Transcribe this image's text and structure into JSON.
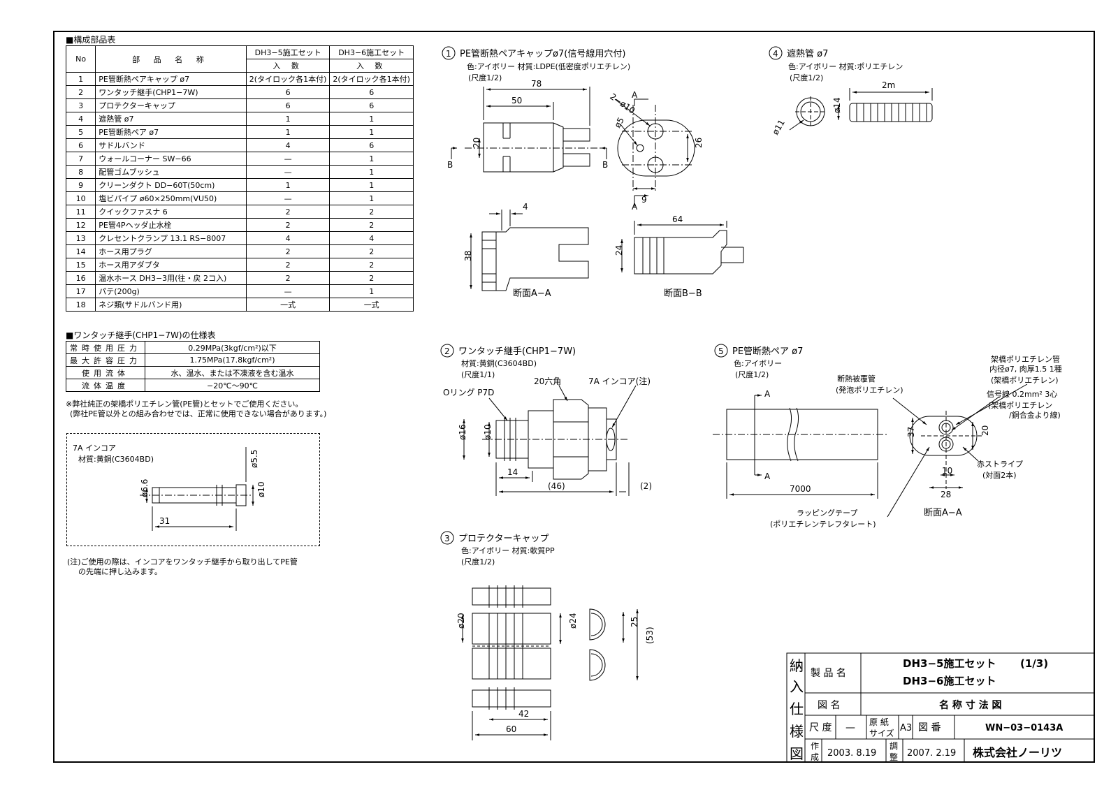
{
  "parts_table": {
    "title": "■構成部品表",
    "headers": {
      "no": "No",
      "name": "部 品 名 称",
      "set5": "DH3−5施工セット",
      "set6": "DH3−6施工セット",
      "qty5": "入 数",
      "qty6": "入 数"
    },
    "rows": [
      {
        "no": "1",
        "name": "PE管断熱ペアキャップ ø7",
        "q5": "2(タイロック各1本付)",
        "q6": "2(タイロック各1本付)"
      },
      {
        "no": "2",
        "name": "ワンタッチ継手(CHP1−7W)",
        "q5": "6",
        "q6": "6"
      },
      {
        "no": "3",
        "name": "プロテクターキャップ",
        "q5": "6",
        "q6": "6"
      },
      {
        "no": "4",
        "name": "遮熱管 ø7",
        "q5": "1",
        "q6": "1"
      },
      {
        "no": "5",
        "name": "PE管断熱ペア ø7",
        "q5": "1",
        "q6": "1"
      },
      {
        "no": "6",
        "name": "サドルバンド",
        "q5": "4",
        "q6": "6"
      },
      {
        "no": "7",
        "name": "ウォールコーナー SW−66",
        "q5": "—",
        "q6": "1"
      },
      {
        "no": "8",
        "name": "配管ゴムブッシュ",
        "q5": "—",
        "q6": "1"
      },
      {
        "no": "9",
        "name": "クリーンダクト DD−60T(50cm)",
        "q5": "1",
        "q6": "1"
      },
      {
        "no": "10",
        "name": "塩ビパイプ ø60×250mm(VU50)",
        "q5": "—",
        "q6": "1"
      },
      {
        "no": "11",
        "name": "クイックファスナ 6",
        "q5": "2",
        "q6": "2"
      },
      {
        "no": "12",
        "name": "PE管4Pヘッダ止水栓",
        "q5": "2",
        "q6": "2"
      },
      {
        "no": "13",
        "name": "クレセントクランプ 13.1 RS−8007",
        "q5": "4",
        "q6": "4"
      },
      {
        "no": "14",
        "name": "ホース用プラグ",
        "q5": "2",
        "q6": "2"
      },
      {
        "no": "15",
        "name": "ホース用アダプタ",
        "q5": "2",
        "q6": "2"
      },
      {
        "no": "16",
        "name": "温水ホース DH3−3用(往・戻 2コ入)",
        "q5": "2",
        "q6": "2"
      },
      {
        "no": "17",
        "name": "パテ(200g)",
        "q5": "—",
        "q6": "1"
      },
      {
        "no": "18",
        "name": "ネジ類(サドルバンド用)",
        "q5": "一式",
        "q6": "一式"
      }
    ]
  },
  "spec_table": {
    "title": "■ワンタッチ継手(CHP1−7W)の仕様表",
    "rows": [
      {
        "label": "常時使用圧力",
        "value": "0.29MPa(3kgf/cm²)以下"
      },
      {
        "label": "最大許容圧力",
        "value": "1.75MPa(17.8kgf/cm²)"
      },
      {
        "label": "使用流体",
        "value": "水、温水、または不凍液を含む温水"
      },
      {
        "label": "流体温度",
        "value": "−20℃〜90℃"
      }
    ],
    "note1": "※弊社純正の架橋ポリエチレン管(PE管)とセットでご使用ください。",
    "note2": "(弊社PE管以外との組み合わせでは、正常に使用できない場合があります。)"
  },
  "incore": {
    "title": "7A インコア",
    "material": "材質:黄銅(C3604BD)",
    "dims": [
      "ø5.5",
      "ø6.6",
      "ø10",
      "31"
    ],
    "note1": "(注)ご使用の際は、インコアをワンタッチ継手から取り出してPE管",
    "note2": "の先端に押し込みます。"
  },
  "part1": {
    "num": "1",
    "title": "PE管断熱ペアキャップø7(信号線用穴付)",
    "material": "色:アイボリー 材質:LDPE(低密度ポリエチレン)",
    "scale": "(尺度1/2)",
    "dims": {
      "d78": "78",
      "d50": "50",
      "d20": "20",
      "d2phi10": "2−ø10",
      "dphi5": "ø5",
      "d26": "26",
      "d9": "9",
      "d4": "4",
      "d38": "38",
      "d64": "64",
      "d24": "24"
    },
    "section_a": "A",
    "section_b": "B",
    "sec_aa": "断面A−A",
    "sec_bb": "断面B−B"
  },
  "part2": {
    "num": "2",
    "title": "ワンタッチ継手(CHP1−7W)",
    "material": "材質:黄銅(C3604BD)",
    "scale": "(尺度1/1)",
    "labels": {
      "oring": "Oリング P7D",
      "hex": "20六角",
      "incore": "7A インコア(注)"
    },
    "dims": {
      "d16": "ø16",
      "d10": "ø10",
      "d14": "14",
      "d46": "(46)",
      "d2": "(2)"
    }
  },
  "part3": {
    "num": "3",
    "title": "プロテクターキャップ",
    "material": "色:アイボリー 材質:軟質PP",
    "scale": "(尺度1/2)",
    "dims": {
      "d20": "ø20",
      "d24": "ø24",
      "d25": "25",
      "d53": "(53)",
      "d42": "42",
      "d60": "60"
    }
  },
  "part4": {
    "num": "4",
    "title": "遮熱管 ø7",
    "material": "色:アイボリー 材質:ポリエチレン",
    "scale": "(尺度1/2)",
    "dims": {
      "d2m": "2m",
      "d11": "ø11",
      "d14": "ø14"
    }
  },
  "part5": {
    "num": "5",
    "title": "PE管断熱ペア ø7",
    "material": "色:アイボリー",
    "scale": "(尺度1/2)",
    "labels": {
      "insul": "断熱被覆管",
      "insul2": "(発泡ポリエチレン)",
      "pipe": "架橋ポリエチレン管",
      "pipe2": "内径ø7, 肉厚1.5 1種",
      "pipe3": "(架橋ポリエチレン)",
      "signal": "信号線 0.2mm² 3心",
      "signal2": "(架橋ポリエチレン",
      "signal3": "/銅合金より線)",
      "stripe": "赤ストライプ",
      "stripe2": "(対面2本)",
      "tape": "ラッピングテープ",
      "tape2": "(ポリエチレンテレフタレート)",
      "sec": "断面A−A",
      "a": "A"
    },
    "dims": {
      "d7000": "7000",
      "d37": "37",
      "d20": "20",
      "d10": "10",
      "d28": "28"
    }
  },
  "titleblock": {
    "side": [
      "納",
      "入",
      "仕",
      "様",
      "図"
    ],
    "product_label": "製 品 名",
    "product1": "DH3−5施工セット",
    "product2": "DH3−6施工セット",
    "page": "(1/3)",
    "drawing_label": "図 名",
    "drawing_name": "名 称 寸 法 図",
    "scale_label": "尺 度",
    "scale_value": "—",
    "paper_label1": "原 紙",
    "paper_label2": "サイズ",
    "paper_value": "A3",
    "number_label": "図 番",
    "number_value": "WN−03−0143A",
    "made_label1": "作",
    "made_label2": "成",
    "made_date": "2003. 8.19",
    "adj_label1": "調",
    "adj_label2": "整",
    "adj_date": "2007. 2.19",
    "company": "株式会社ノーリツ"
  }
}
